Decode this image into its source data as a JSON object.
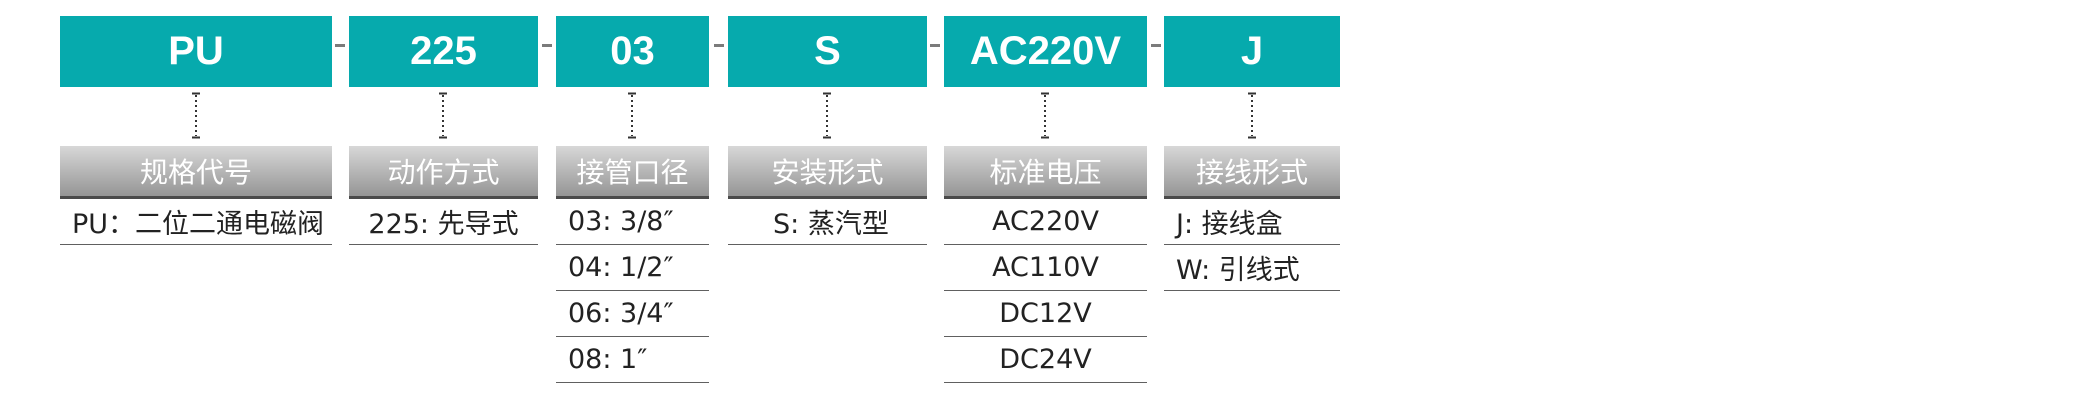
{
  "columns": [
    {
      "code": "PU",
      "category": "规格代号",
      "options": [
        "PU：二位二通电磁阀"
      ]
    },
    {
      "code": "225",
      "category": "动作方式",
      "options": [
        "225: 先导式"
      ]
    },
    {
      "code": "03",
      "category": "接管口径",
      "options": [
        "03: 3/8″",
        "04: 1/2″",
        "06: 3/4″",
        "08: 1″"
      ]
    },
    {
      "code": "S",
      "category": "安装形式",
      "options": [
        "S: 蒸汽型"
      ]
    },
    {
      "code": "AC220V",
      "category": "标准电压",
      "options": [
        "AC220V",
        "AC110V",
        "DC12V",
        "DC24V"
      ]
    },
    {
      "code": "J",
      "category": "接线形式",
      "options": [
        "J: 接线盒",
        "W: 引线式"
      ]
    }
  ],
  "separator": "-",
  "colors": {
    "code_bg": "#06aaad",
    "header_gradient_top": "#d8d8d8",
    "header_gradient_bottom": "#959595",
    "text": "#222222",
    "rule": "#606060"
  }
}
